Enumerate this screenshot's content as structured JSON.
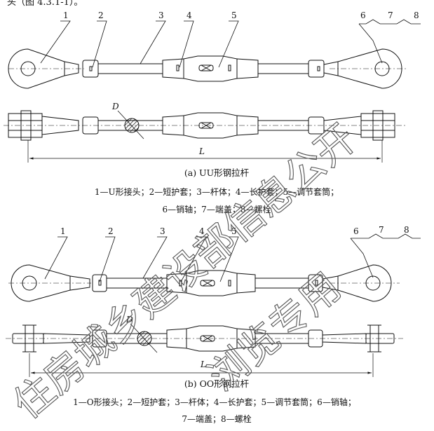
{
  "top_fragment": "头（图 4.3.1-1）。",
  "figure_a": {
    "caption": "(a) UU形钢拉杆",
    "legend_line1": "1—U形接头；2—短护套；3—杆体；4—长护套；5—调节套筒；",
    "legend_line2": "6—销轴；7—端盖；8—螺栓",
    "callouts": [
      "1",
      "2",
      "3",
      "4",
      "5",
      "6",
      "7",
      "8"
    ],
    "dim_D": "D",
    "dim_L": "L"
  },
  "figure_b": {
    "caption": "(b) OO形钢拉杆",
    "legend_line1": "1—O形接头；2—短护套；3—杆体；4—长护套；5—调节套筒；6—销轴；",
    "legend_line2": "7—端盖；8—螺栓",
    "callouts": [
      "1",
      "2",
      "3",
      "4",
      "5",
      "6",
      "7",
      "8"
    ],
    "dim_D": "D",
    "dim_L": "L"
  },
  "watermark": [
    "住房城乡建设部信息公开",
    "浏览专用"
  ]
}
